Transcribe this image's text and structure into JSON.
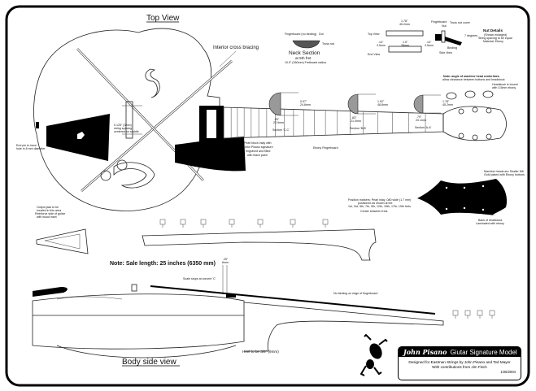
{
  "drawing": {
    "top_view_title": "Top View",
    "body_side_view_title": "Body side view",
    "scale_note": "Note: Sale length: 25 inches (6350 mm)",
    "heel_note": "Heel to be 3/8\" (9mm)",
    "labels": {
      "interior_bracing": "Interior cross bracing",
      "ebony_fingerboard": "Ebony Fingerboard",
      "pearl_inlay": [
        "Pearl block inlay with",
        "John Pisano signature",
        "engraved and filled",
        "with black paint"
      ],
      "position_markers": [
        "Position markers: Pearl inlay .080 wide (1.7 mm)",
        "positioned as shown at the",
        "1st, 3rd, 5th, 7th, 9th, 12th, 15th, 17th, 19th frets"
      ],
      "center_between_frets": "Center between frets",
      "machine_heads": [
        "Machine heads are Shaller M6",
        "Gold plated with Ebony buttons"
      ],
      "back_of_headstock": [
        "Back of headstock",
        "Laminated with ebony"
      ],
      "headstock_bound": [
        "Headstock is bound",
        "with 3.5mm ebony"
      ],
      "machine_note": [
        "Note: angle of machine head centerlines",
        "allow clearance between buttons and headstock"
      ],
      "end_pin": [
        "End pin to have",
        "hole in 8 mm diameter"
      ],
      "output_jack": [
        "Output jack to be",
        "located in this area",
        "Reinforce side of guitar",
        "with wood inset"
      ],
      "bracing_spec": [
        "0.125\" (3mm)",
        "string spacing",
        "centered on saddle"
      ],
      "scale_stops": "Scale stops at concert 'C'",
      "no_binding": "No binding on edge of fingerboard",
      "dim_025": ".25\"",
      "dim_6mm": "6mm"
    },
    "neck_section": {
      "title": "Neck Section",
      "subtitle": "at 5th fret",
      "note": "10.5\" (260mm) Fretboard radius",
      "fingerboard": "Fingerboard (no binding)",
      "dot": "Dot",
      "truss_rod": "Truss rod"
    },
    "sections": [
      {
        "name": "Section 'C-C'",
        "height": "0.97\"",
        "height_mm": "24.6mm",
        "width": ".83\"",
        "width_mm": "20.9mm"
      },
      {
        "name": "Section 'B-B'",
        "height": "1.92\"",
        "height_mm": "48.8mm",
        "width": ".83\"",
        "width_mm": "21.0mm"
      },
      {
        "name": "Section 'A-A'",
        "height": "1.78\"",
        "height_mm": "45.2mm",
        "width": ".79\"",
        "width_mm": "20.1mm"
      }
    ],
    "nut": {
      "top_view": "Top View",
      "end_view": "End View",
      "side_view": "Side View",
      "width": "1.78\"",
      "width_mm": "45.2mm",
      "inner": "1.5\"",
      "inner_mm": "38mm",
      "edge": ".14\"",
      "edge_mm": "3.5mm",
      "fingerboard": "Fingerboard",
      "nut": "Nut",
      "truss_cover": "Truss rod cover",
      "binding": "Binding",
      "degrees": "7 degrees",
      "details_title": "Nut Details",
      "details": [
        "(Shown enlarged)",
        "String spacing to be equal",
        "Material: Ebony"
      ]
    }
  },
  "title_block": {
    "signature": "John Pisano",
    "model": "Giutar Signature Model",
    "line1": "Designed for Eastman Strings by John Pisano and Ted Mayer",
    "line2": "With contributions from Jim Fisch",
    "date": "1/25/2004"
  }
}
